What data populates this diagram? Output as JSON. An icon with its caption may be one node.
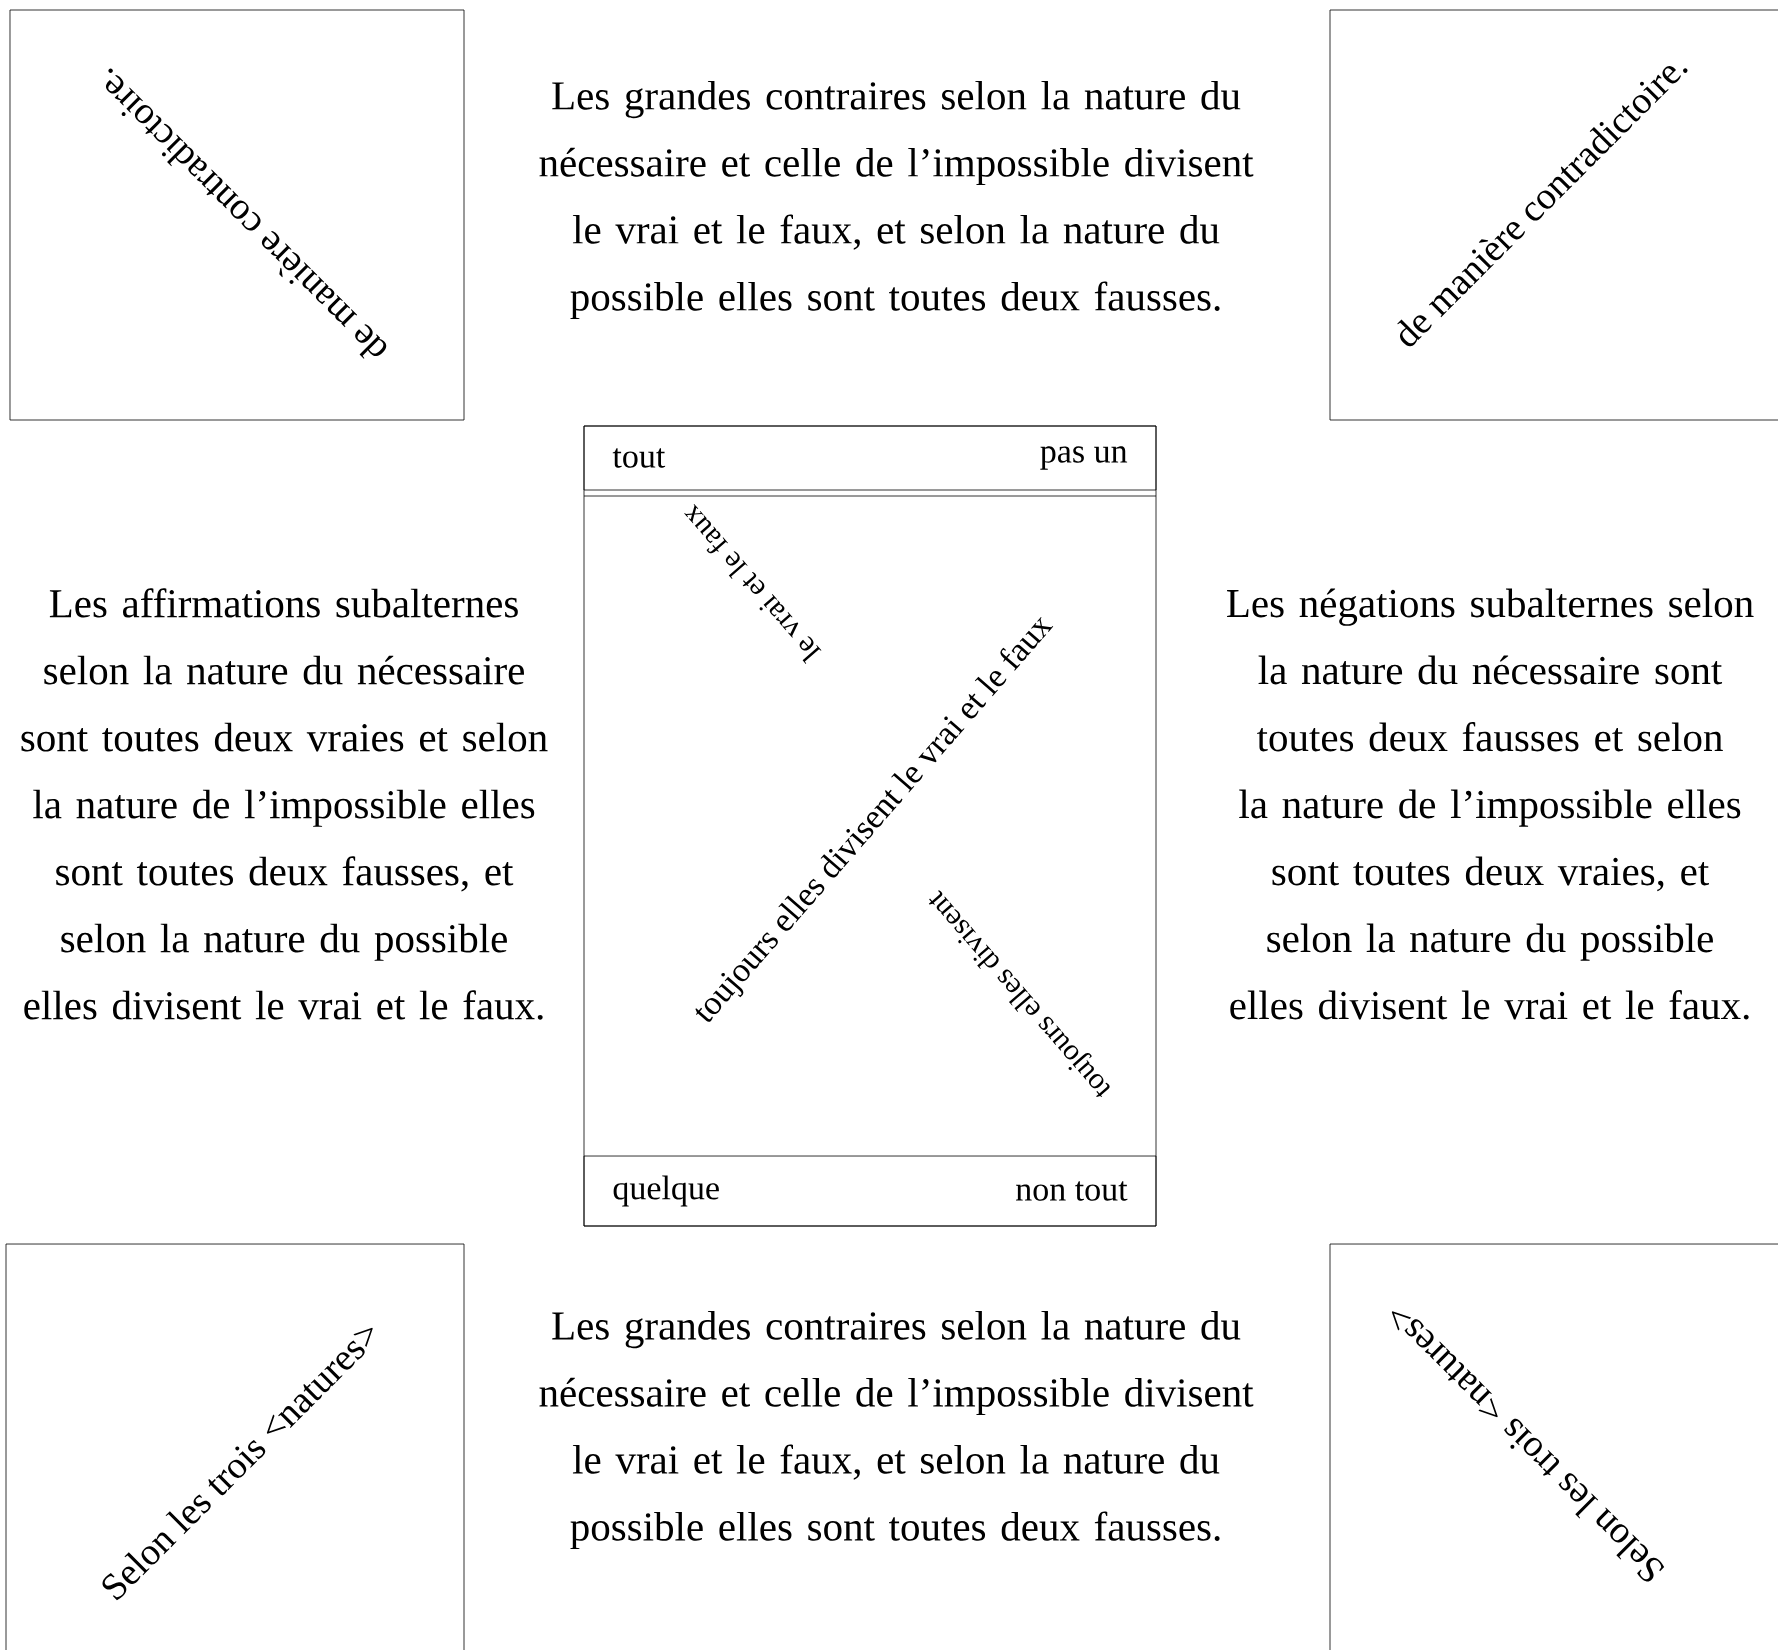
{
  "diagram": {
    "nodes": [
      {
        "text": [
          "de manière contradictoire."
        ]
      },
      {
        "text": [
          "de manière contradictoire."
        ]
      },
      {
        "text": [
          "toujours elles divisent le vrai et le faux",
          "le vrai et le faux",
          "toujours elles divisent"
        ]
      },
      {
        "text": [
          "tout",
          "pas un"
        ],
        "in": 2
      },
      {
        "text": [
          "quelque",
          "non tout"
        ],
        "in": 2
      },
      {
        "text": [
          "Selon les trois <natures>"
        ]
      },
      {
        "text": [
          "Selon les trois <natures>"
        ]
      }
    ],
    "labels": [
      "Les grandes contraires selon la nature du nécessaire et celle de l’impossible divisent le vrai et le faux, et selon la nature du possible elles sont toutes deux fausses.",
      "Les affirmations subalternes selon la nature du nécessaire sont toutes deux vraies et selon la nature de l’impossible elles sont toutes deux fausses, et selon la nature du possible elles divisent le vrai et le faux.",
      "Les négations subalternes selon la nature du nécessaire sont toutes deux fausses et selon la nature de l’impossible elles sont toutes deux vraies, et selon la nature du possible elles divisent le vrai et le faux.",
      "Les grandes contraires selon la nature du nécessaire et celle de l’impossible divisent le vrai et le faux, et selon la nature du possible elles sont toutes deux fausses."
    ]
  }
}
